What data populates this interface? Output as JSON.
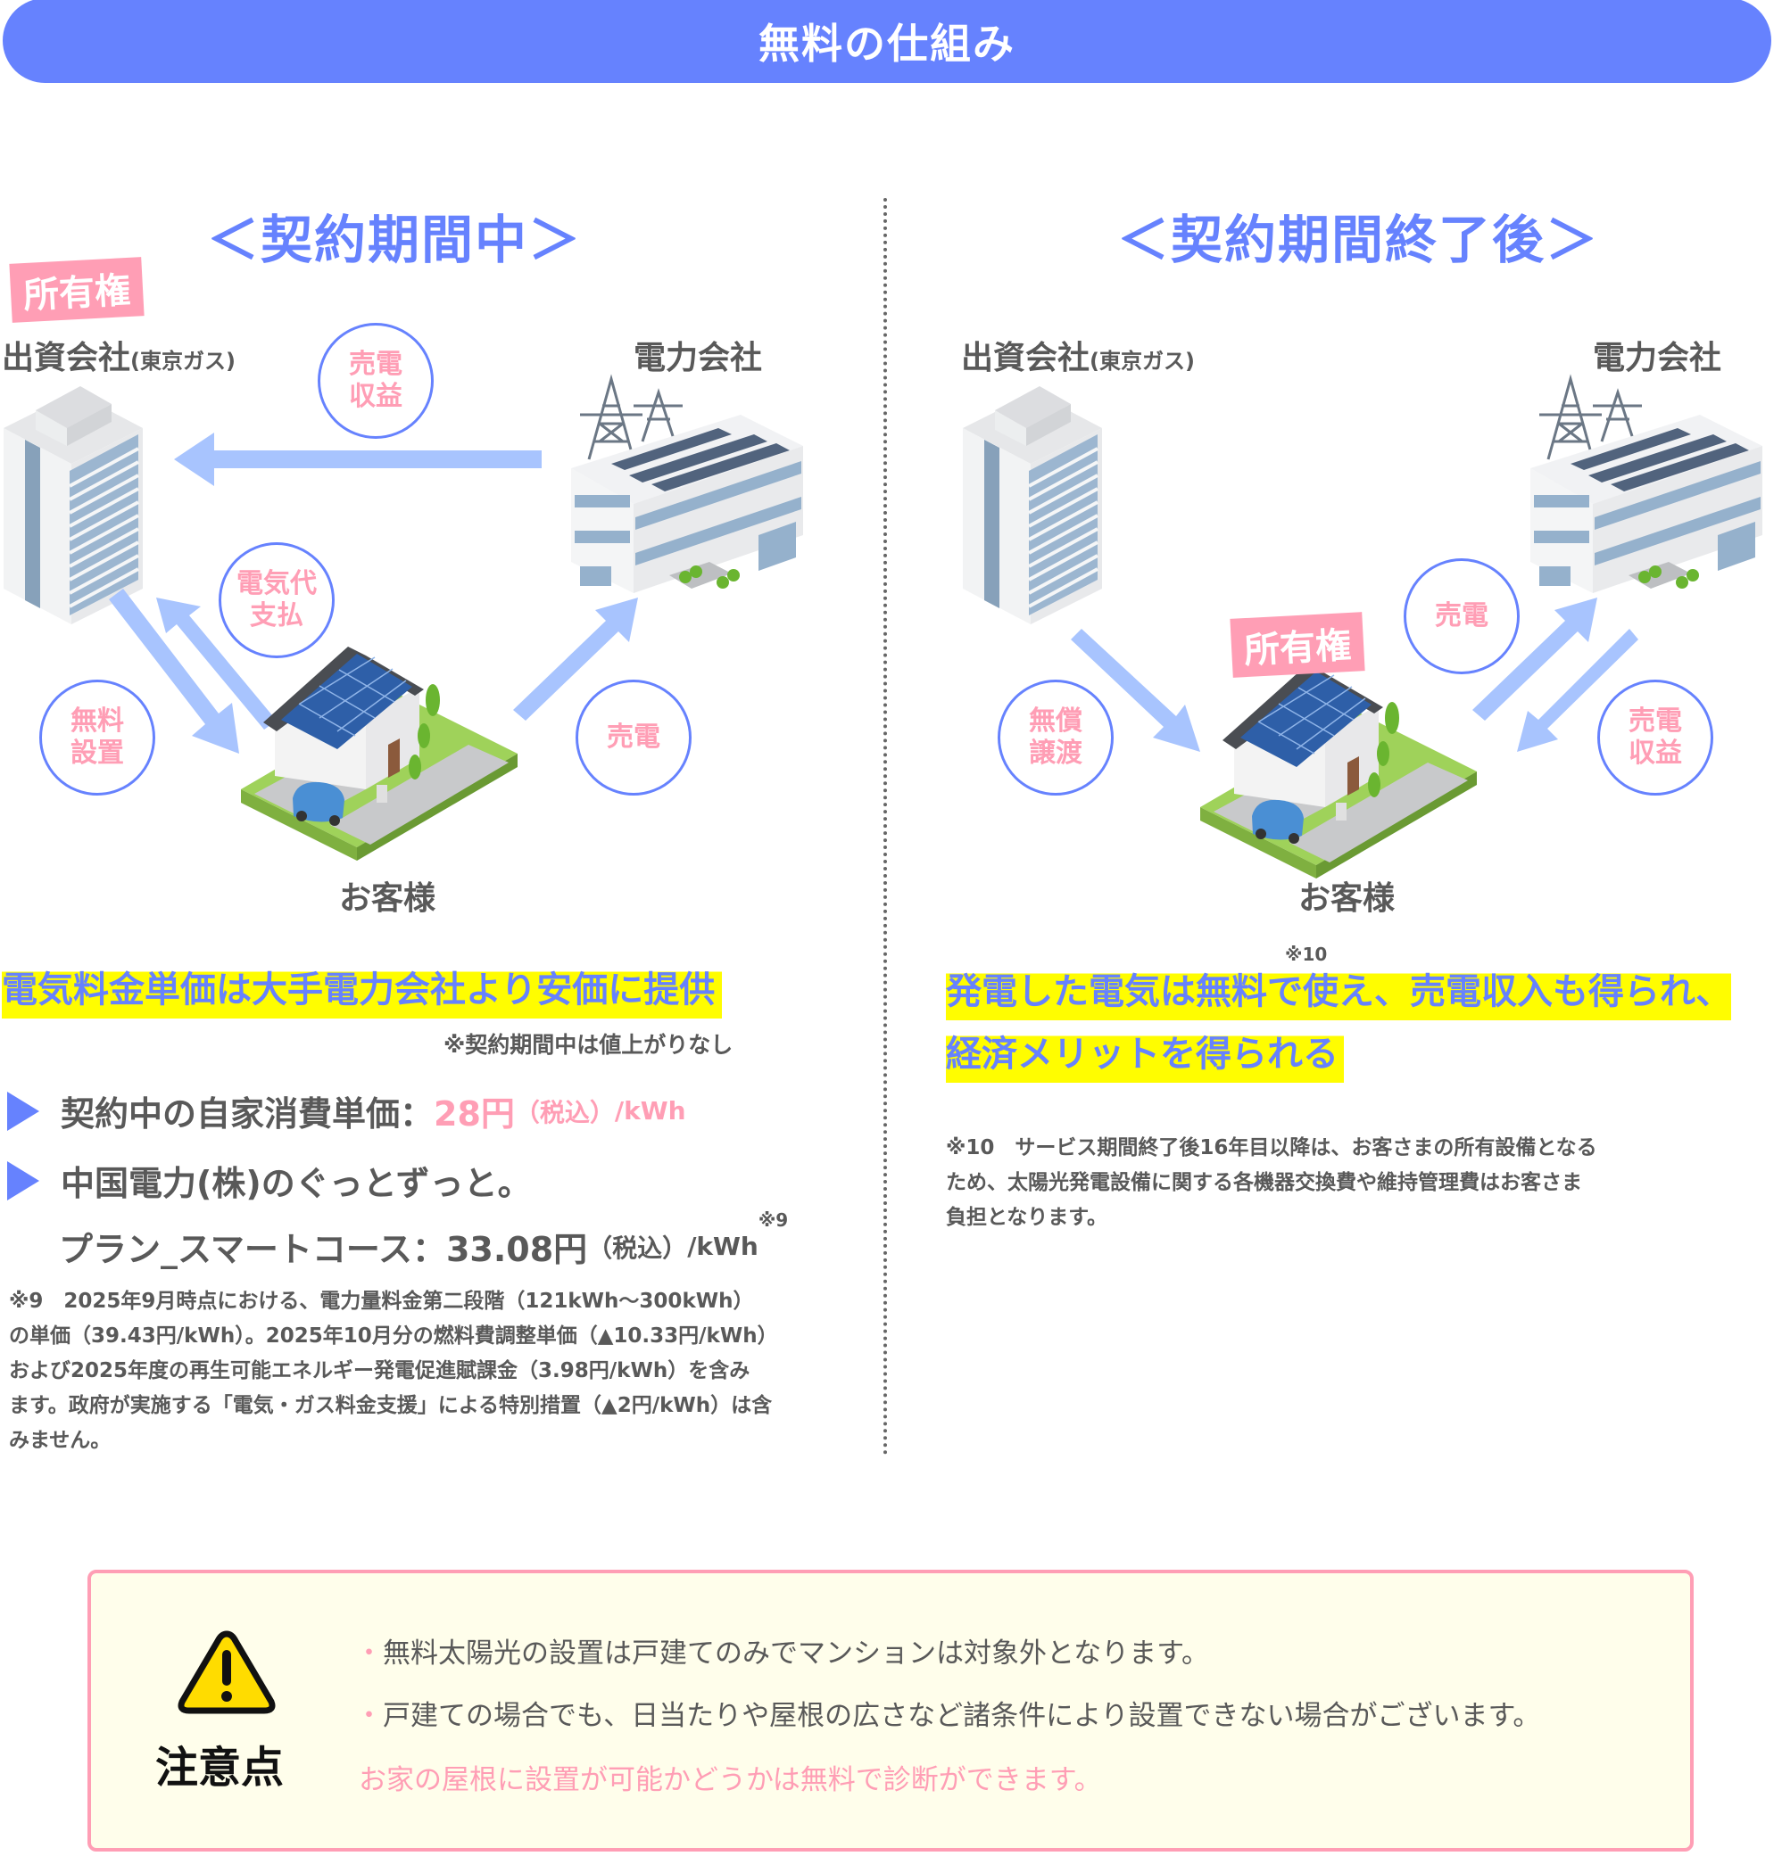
{
  "header": {
    "title": "無料の仕組み"
  },
  "during": {
    "title": "＜契約期間中＞",
    "ownership_tag": "所有権",
    "investor_label": "出資会社",
    "investor_sub": "(東京ガス)",
    "utility_label": "電力会社",
    "customer_label": "お客様",
    "flows": {
      "sale_revenue": [
        "売電",
        "収益"
      ],
      "bill_payment": [
        "電気代",
        "支払"
      ],
      "free_install": [
        "無料",
        "設置"
      ],
      "sell_power": [
        "売電"
      ]
    },
    "headline": "電気料金単価は大手電力会社より安価に提供",
    "no_increase_note": "※契約期間中は値上がりなし",
    "bullets": [
      {
        "label": "契約中の自家消費単価：",
        "price": "28円",
        "tax": "（税込）",
        "unit": "/kWh"
      },
      {
        "label": "中国電力(株)のぐっとずっと。"
      }
    ],
    "plan_line": {
      "label": "プラン_スマートコース：33.08円",
      "tax": "（税込）",
      "unit": "/kWh",
      "ref": "※9"
    },
    "footnote_lines": [
      "※9　2025年9月時点における、電力量料金第二段階（121kWh〜300kWh）",
      "の単価（39.43円/kWh）。2025年10月分の燃料費調整単価（▲10.33円/kWh）",
      "および2025年度の再生可能エネルギー発電促進賦課金（3.98円/kWh）を含み",
      "ます。政府が実施する「電気・ガス料金支援」による特別措置（▲2円/kWh）は含",
      "みません。"
    ]
  },
  "after": {
    "title": "＜契約期間終了後＞",
    "ownership_tag": "所有権",
    "investor_label": "出資会社",
    "investor_sub": "(東京ガス)",
    "utility_label": "電力会社",
    "customer_label": "お客様",
    "flows": {
      "transfer": [
        "無償",
        "譲渡"
      ],
      "sell_power": [
        "売電"
      ],
      "sale_revenue": [
        "売電",
        "収益"
      ]
    },
    "ref": "※10",
    "headline_lines": [
      "発電した電気は無料で使え、売電収入も得られ、",
      "経済メリットを得られる"
    ],
    "footnote_lines": [
      "※10　サービス期間終了後16年目以降は、お客さまの所有設備となる",
      "ため、太陽光発電設備に関する各機器交換費や維持管理費はお客さま",
      "負担となります。"
    ]
  },
  "caution": {
    "label": "注意点",
    "icon": "warning-icon",
    "lines": [
      "無料太陽光の設置は戸建てのみでマンションは対象外となります。",
      "戸建ての場合でも、日当たりや屋根の広さなど諸条件により設置できない場合がございます。"
    ],
    "bullet": "・",
    "highlight": "お家の屋根に設置が可能かどうかは無料で診断ができます。"
  },
  "colors": {
    "accent": "#6682fe",
    "pink": "#ff9eb5",
    "arrow": "#a8c4fe",
    "highlight": "#fffd00",
    "caution_bg": "#fffeeb"
  }
}
